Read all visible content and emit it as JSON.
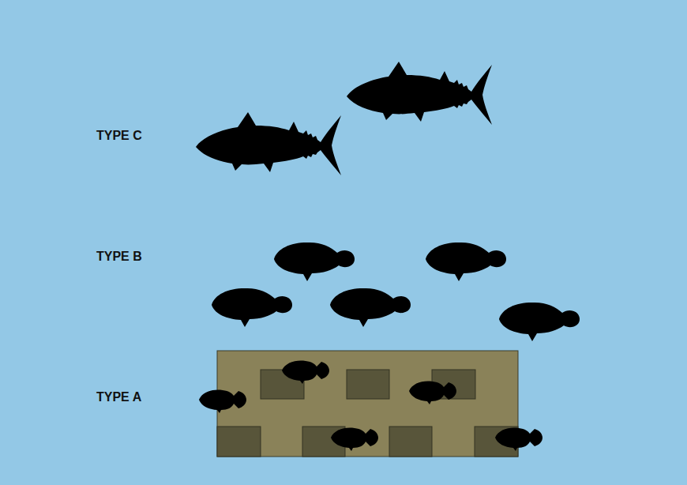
{
  "diagram": {
    "labels": [
      "TYPE C",
      "TYPE B",
      "TYPE A"
    ]
  }
}
